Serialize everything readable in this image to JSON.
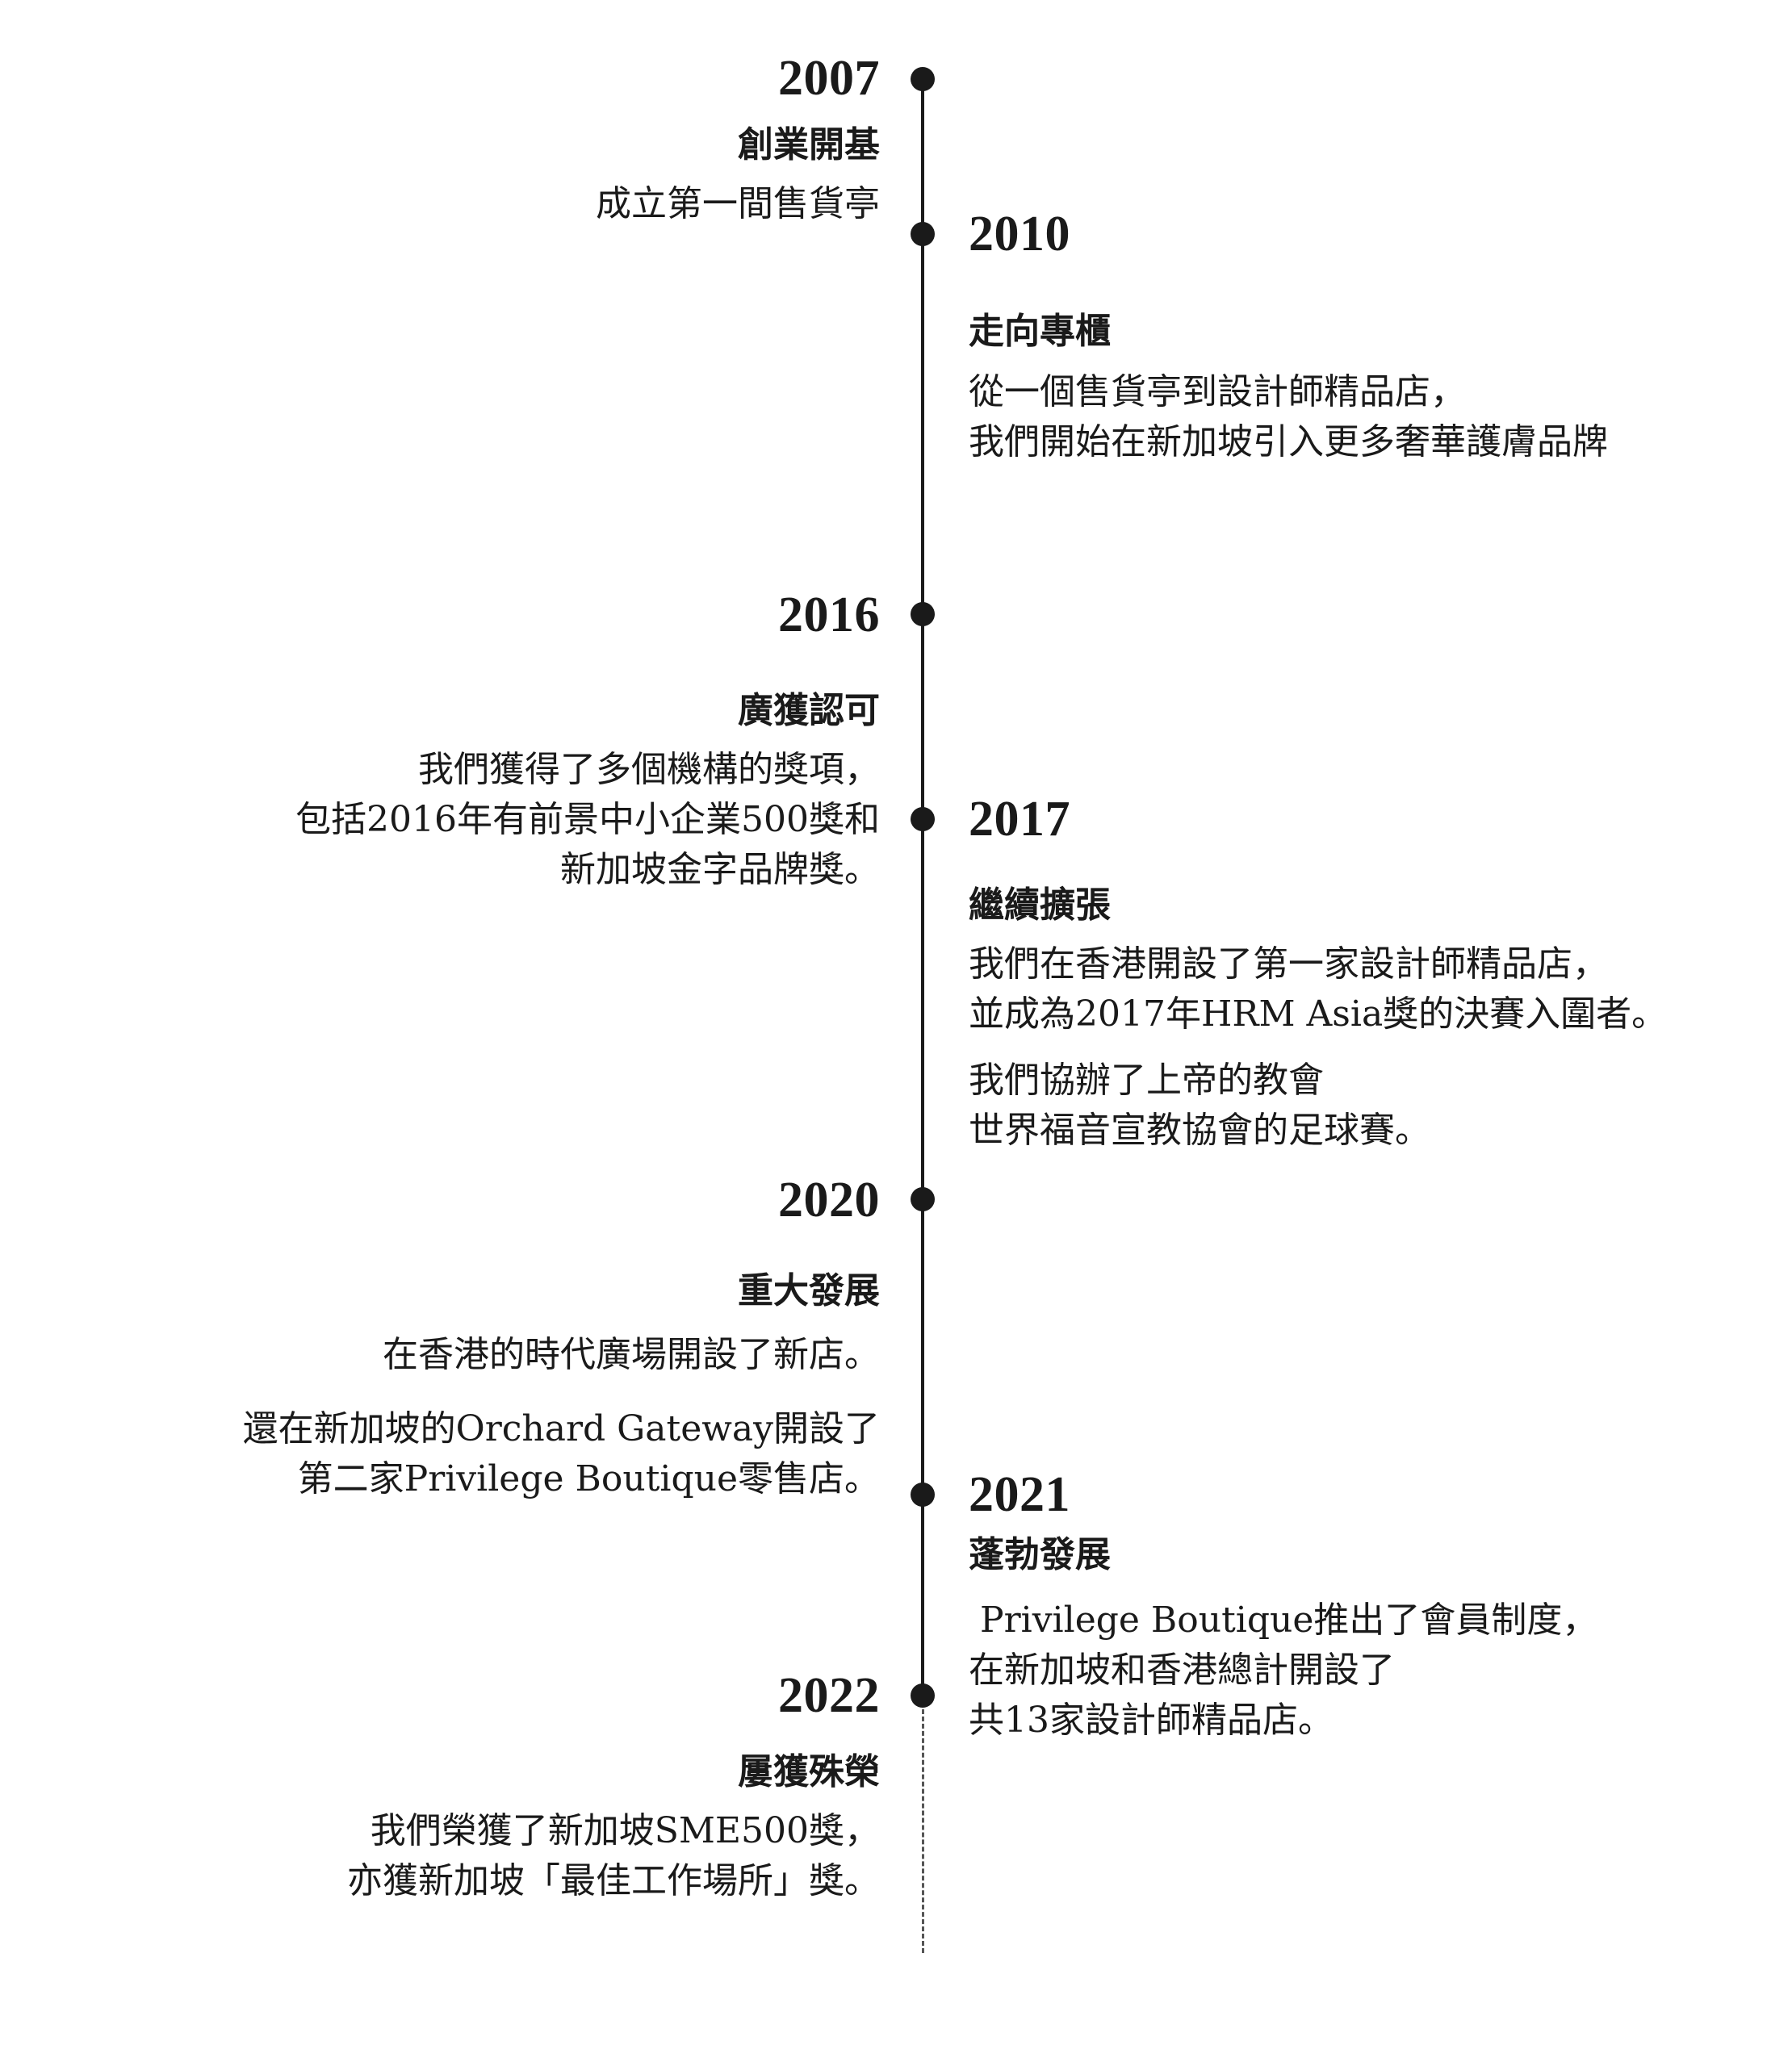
{
  "timeline": {
    "events": [
      {
        "year": "2007",
        "title": "創業開基",
        "paragraphs": [
          "成立第一間售貨亭"
        ]
      },
      {
        "year": "2010",
        "title": "走向專櫃",
        "paragraphs": [
          "從一個售貨亭到設計師精品店，\n我們開始在新加坡引入更多奢華護膚品牌"
        ]
      },
      {
        "year": "2016",
        "title": "廣獲認可",
        "paragraphs": [
          "我們獲得了多個機構的獎項，\n包括2016年有前景中小企業500獎和\n新加坡金字品牌獎。"
        ]
      },
      {
        "year": "2017",
        "title": "繼續擴張",
        "paragraphs": [
          "我們在香港開設了第一家設計師精品店，\n並成為2017年HRM Asia獎的決賽入圍者。",
          "我們協辦了上帝的教會\n世界福音宣教協會的足球賽。"
        ]
      },
      {
        "year": "2020",
        "title": "重大發展",
        "paragraphs": [
          "在香港的時代廣場開設了新店。",
          "還在新加坡的Orchard Gateway開設了\n第二家Privilege Boutique零售店。"
        ]
      },
      {
        "year": "2021",
        "title": "蓬勃發展",
        "paragraphs": [
          " Privilege Boutique推出了會員制度，\n在新加坡和香港總計開設了\n共13家設計師精品店。"
        ]
      },
      {
        "year": "2022",
        "title": "屢獲殊榮",
        "paragraphs": [
          "我們榮獲了新加坡SME500獎，\n亦獲新加坡「最佳工作場所」獎。"
        ]
      }
    ]
  }
}
